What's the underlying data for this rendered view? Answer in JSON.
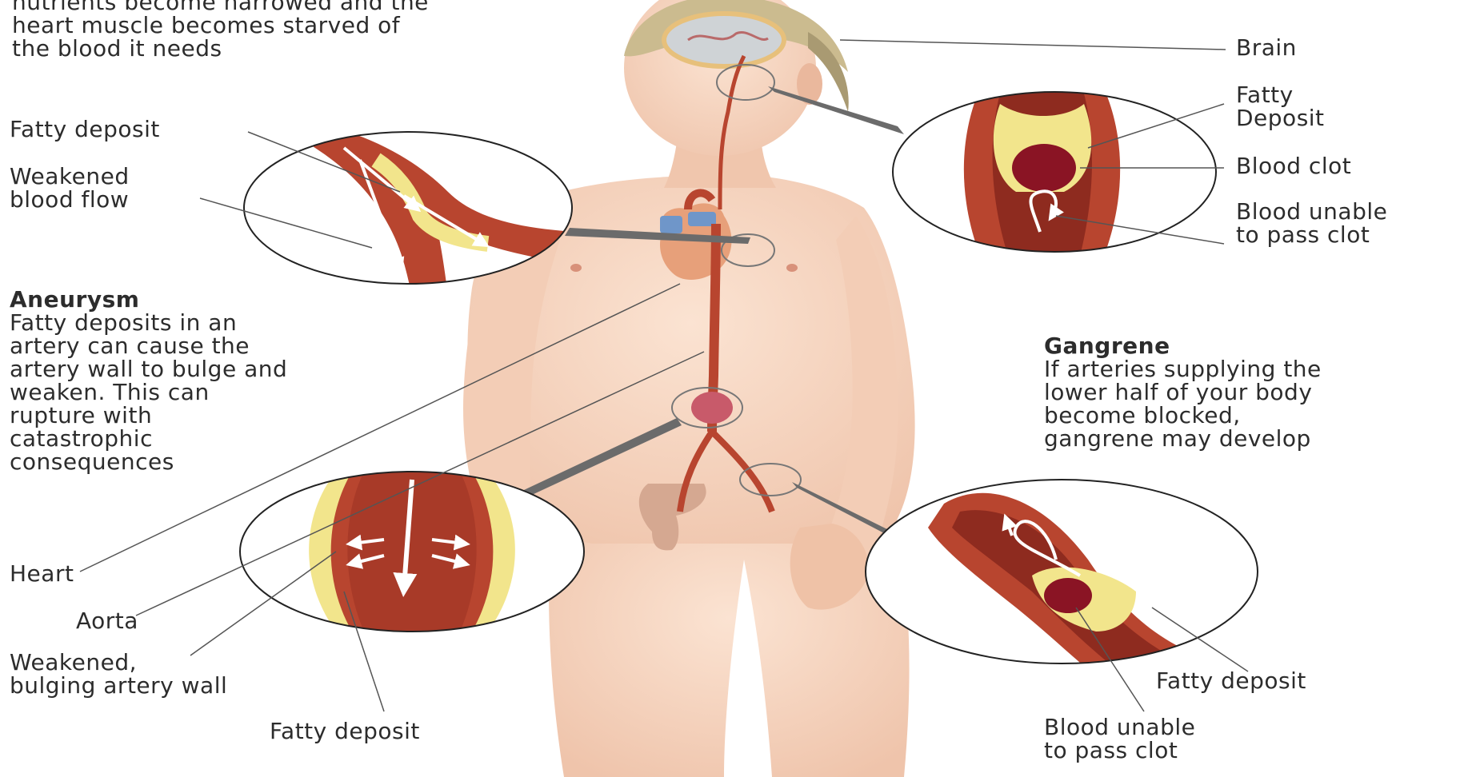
{
  "intro": {
    "lines": [
      "nutrients become narrowed and the",
      "heart muscle becomes starved of",
      "the blood it needs"
    ]
  },
  "labels": {
    "brain": "Brain",
    "fatty_deposit_top_right": [
      "Fatty",
      "Deposit"
    ],
    "blood_clot": "Blood clot",
    "blood_unable_top": [
      "Blood unable",
      "to pass clot"
    ],
    "fatty_deposit_top_left": "Fatty deposit",
    "weakened_blood_flow": [
      "Weakened",
      "blood flow"
    ],
    "heart": "Heart",
    "aorta": "Aorta",
    "weakened_bulging": [
      "Weakened,",
      "bulging artery wall"
    ],
    "fatty_deposit_bottom_left": "Fatty deposit",
    "fatty_deposit_bottom_right": "Fatty deposit",
    "blood_unable_bottom": [
      "Blood unable",
      "to pass clot"
    ]
  },
  "aneurysm": {
    "heading": "Aneurysm",
    "lines": [
      "Fatty deposits in an",
      "artery can cause the",
      "artery wall to bulge and",
      "weaken. This can",
      "rupture with",
      "catastrophic",
      "consequences"
    ]
  },
  "gangrene": {
    "heading": "Gangrene",
    "lines": [
      "If arteries supplying the",
      "lower half of your body",
      "become blocked,",
      "gangrene may develop"
    ]
  },
  "colors": {
    "skin": "#f6d6c2",
    "skin_shadow": "#e9b9a0",
    "artery": "#b8452f",
    "artery_inner": "#8e2b1f",
    "fat": "#f2e58c",
    "clot": "#8a1424",
    "hair": "#c9b78f",
    "vein_blue": "#6f96c9"
  }
}
